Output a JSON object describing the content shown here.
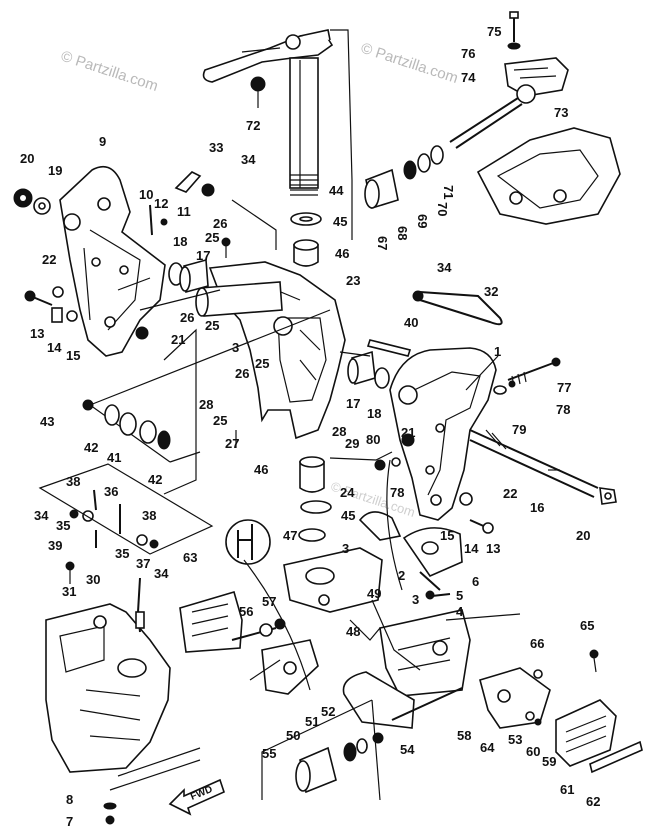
{
  "watermarks": {
    "left": "© Partzilla.com",
    "right": "© Partzilla.com",
    "faint": "© Partzilla.com"
  },
  "direction_label": "FWD",
  "callouts": {
    "c1": "1",
    "c2": "2",
    "c3": "3",
    "c3b": "3",
    "c4": "4",
    "c5": "5",
    "c6": "6",
    "c7": "7",
    "c8": "8",
    "c9": "9",
    "c10": "10",
    "c11": "11",
    "c12": "12",
    "c13": "13",
    "c13b": "13",
    "c14": "14",
    "c14b": "14",
    "c15": "15",
    "c15b": "15",
    "c16": "16",
    "c17": "17",
    "c17b": "17",
    "c18": "18",
    "c18b": "18",
    "c19": "19",
    "c20": "20",
    "c20b": "20",
    "c21": "21",
    "c21b": "21",
    "c22": "22",
    "c22b": "22",
    "c23": "23",
    "c24": "24",
    "c25": "25",
    "c25b": "25",
    "c25c": "25",
    "c25d": "25",
    "c26": "26",
    "c26b": "26",
    "c26c": "26",
    "c27": "27",
    "c28": "28",
    "c28b": "28",
    "c29": "29",
    "c30": "30",
    "c31": "31",
    "c32": "32",
    "c33": "33",
    "c34": "34",
    "c34b": "34",
    "c34c": "34",
    "c34d": "34",
    "c35": "35",
    "c35b": "35",
    "c36": "36",
    "c37": "37",
    "c38": "38",
    "c38b": "38",
    "c39": "39",
    "c40": "40",
    "c41": "41",
    "c42": "42",
    "c42b": "42",
    "c43": "43",
    "c44": "44",
    "c45": "45",
    "c45b": "45",
    "c46": "46",
    "c46b": "46",
    "c47": "47",
    "c48": "48",
    "c49": "49",
    "c50": "50",
    "c51": "51",
    "c52": "52",
    "c53": "53",
    "c54": "54",
    "c55": "55",
    "c56": "56",
    "c57": "57",
    "c58": "58",
    "c59": "59",
    "c60": "60",
    "c61": "61",
    "c62": "62",
    "c63": "63",
    "c64": "64",
    "c65": "65",
    "c66": "66",
    "c67": "67",
    "c68": "68",
    "c69": "69",
    "c70": "70",
    "c71": "71",
    "c72": "72",
    "c73": "73",
    "c74": "74",
    "c75": "75",
    "c76": "76",
    "c77": "77",
    "c78": "78",
    "c79": "79",
    "c80": "80"
  }
}
